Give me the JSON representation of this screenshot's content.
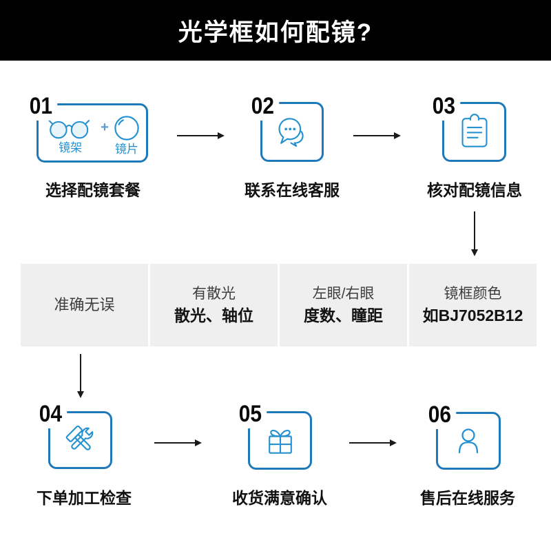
{
  "header": {
    "title": "光学框如何配镜?"
  },
  "flow": {
    "steps": [
      {
        "number": "01",
        "label": "选择配镜套餐",
        "icon": "glasses-plus-lens",
        "frame_label": "镜架",
        "plus_sign": "+",
        "lens_label": "镜片"
      },
      {
        "number": "02",
        "label": "联系在线客服",
        "icon": "chat-bubbles"
      },
      {
        "number": "03",
        "label": "核对配镜信息",
        "icon": "clipboard"
      },
      {
        "number": "04",
        "label": "下单加工检查",
        "icon": "hammer-wrench"
      },
      {
        "number": "05",
        "label": "收货满意确认",
        "icon": "gift-box"
      },
      {
        "number": "06",
        "label": "售后在线服务",
        "icon": "user"
      }
    ],
    "info_boxes": [
      {
        "line1": "准确无误"
      },
      {
        "line1": "有散光",
        "line2": "散光、轴位"
      },
      {
        "line1": "左眼/右眼",
        "line2": "度数、瞳距"
      },
      {
        "line1": "镜框颜色",
        "line2": "如BJ7052B12"
      }
    ]
  },
  "colors": {
    "banner_bg": "#000000",
    "banner_fg": "#ffffff",
    "accent_blue": "#1d79ba",
    "icon_blue": "#2691d0",
    "info_box_bg": "#efefef",
    "arrow_color": "#1a1a1a"
  }
}
